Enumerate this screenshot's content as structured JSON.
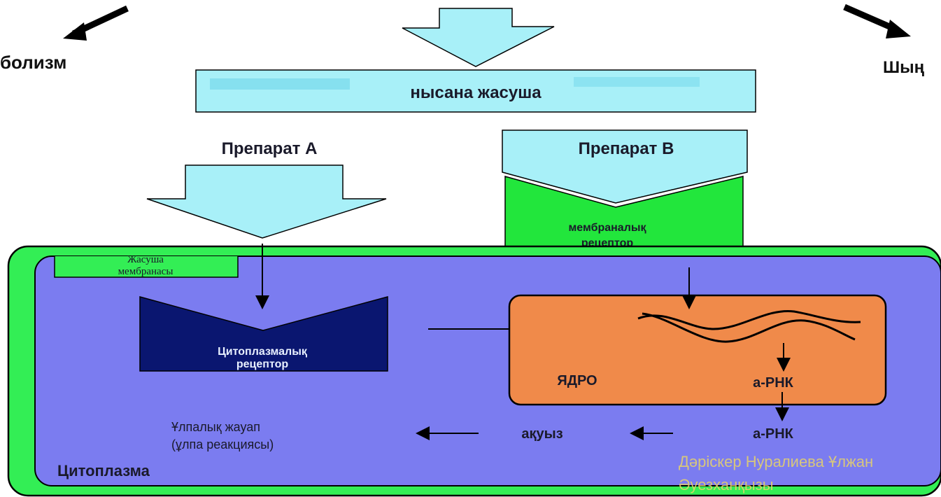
{
  "labels": {
    "left_top": "болизм",
    "right_top": "Шың",
    "target_cell": "нысана жасуша",
    "drug_a": "Препарат А",
    "drug_b": "Препарат В",
    "membrane_receptor_1": "мембраналық",
    "membrane_receptor_2": "рецептор",
    "cell_membrane_1": "Жасуша",
    "cell_membrane_2": "мембранасы",
    "cyto_receptor_1": "Цитоплазмалық",
    "cyto_receptor_2": "рецептор",
    "nucleus": "ЯДРО",
    "mrna_inner": "а-РНК",
    "mrna_outer": "а-РНК",
    "protein": "ақуыз",
    "tissue_response_1": "Ұлпалық жауап",
    "tissue_response_2": "(ұлпа реакциясы)",
    "cytoplasm": "Цитоплазма",
    "watermark_1": "Дәріскер Нуралиева Ұлжан",
    "watermark_2": "Әуезханқызы"
  },
  "colors": {
    "cyan": "#a8f0f8",
    "cyan_dark": "#6fd6ea",
    "green": "#33ee55",
    "green_bright": "#22e63c",
    "cytoplasm": "#7b7cf0",
    "receptor_navy": "#0a1670",
    "nucleus": "#f08a4a",
    "watermark": "#e8d36a"
  }
}
